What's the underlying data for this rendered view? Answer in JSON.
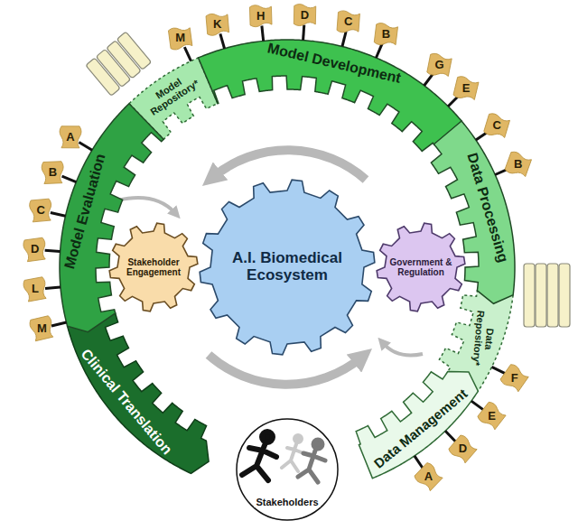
{
  "diagram": {
    "nodes": [
      {
        "text": [
          "Model Development"
        ]
      },
      {
        "text": [
          "Data Processing"
        ]
      },
      {
        "text": [
          "Data Repository*"
        ]
      },
      {
        "text": [
          "Data Management"
        ]
      },
      {
        "text": [
          "Clinical Translation"
        ]
      },
      {
        "text": [
          "Model Evaluation"
        ]
      },
      {
        "text": [
          "Model Repository*"
        ]
      },
      {
        "text": [
          "Stakeholder Engagement"
        ]
      },
      {
        "text": [
          "A.I. Biomedical Ecosystem"
        ]
      },
      {
        "text": [
          "Government & Regulation"
        ]
      },
      {
        "text": [
          "Stakeholders"
        ]
      },
      {
        "text": [
          "M"
        ]
      },
      {
        "text": [
          "K"
        ]
      },
      {
        "text": [
          "H"
        ]
      },
      {
        "text": [
          "D"
        ]
      },
      {
        "text": [
          "C"
        ]
      },
      {
        "text": [
          "B"
        ]
      },
      {
        "text": [
          "G"
        ]
      },
      {
        "text": [
          "E"
        ]
      },
      {
        "text": [
          "C"
        ]
      },
      {
        "text": [
          "B"
        ]
      },
      {
        "text": [
          "F"
        ]
      },
      {
        "text": [
          "E"
        ]
      },
      {
        "text": [
          "D"
        ]
      },
      {
        "text": [
          "A"
        ]
      },
      {
        "text": [
          "A"
        ]
      },
      {
        "text": [
          "B"
        ]
      },
      {
        "text": [
          "C"
        ]
      },
      {
        "text": [
          "D"
        ]
      },
      {
        "text": [
          "L"
        ]
      },
      {
        "text": [
          "M"
        ]
      }
    ]
  }
}
